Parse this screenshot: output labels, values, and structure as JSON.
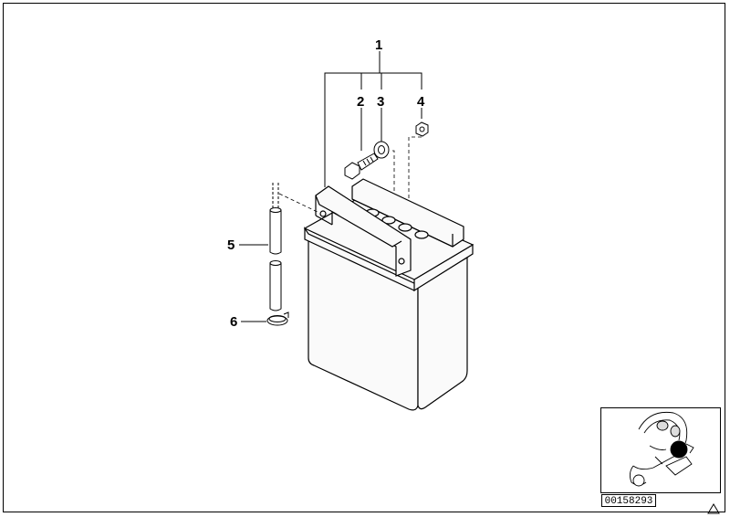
{
  "diagram": {
    "callouts": [
      {
        "id": "1",
        "label": "1"
      },
      {
        "id": "2",
        "label": "2"
      },
      {
        "id": "3",
        "label": "3"
      },
      {
        "id": "4",
        "label": "4"
      },
      {
        "id": "5",
        "label": "5"
      },
      {
        "id": "6",
        "label": "6"
      }
    ],
    "part_number": "00158293"
  },
  "colors": {
    "line": "#000000",
    "battery_fill": "#f4f4f4",
    "highlight": "#000000"
  }
}
